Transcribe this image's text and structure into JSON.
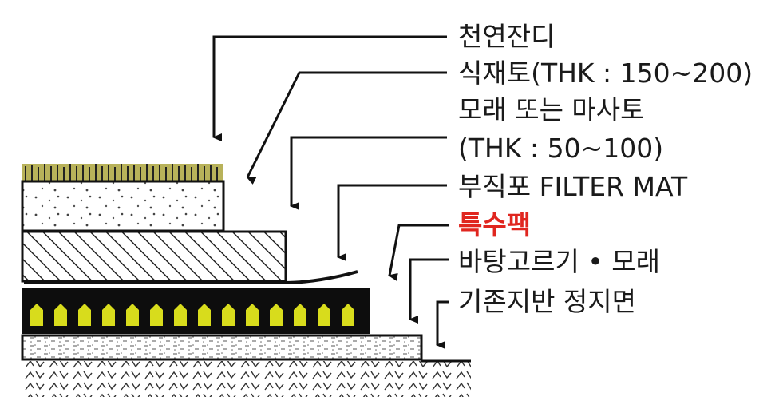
{
  "labels": {
    "grass": "천연잔디",
    "planting_soil": "식재토(THK : 150~200)",
    "sand_line1": "모래 또는 마사토",
    "sand_line2": "(THK : 50~100)",
    "filter_mat": "부직포 FILTER MAT",
    "special_pack": "특수팩",
    "leveling": "바탕고르기 • 모래",
    "subgrade": "기존지반 정지면"
  },
  "colors": {
    "line": "#111111",
    "grass": "#b8b25a",
    "pack_fill": "#0d0d0d",
    "pack_cells": "#d8dc1c",
    "highlight_label": "#e0261f"
  }
}
